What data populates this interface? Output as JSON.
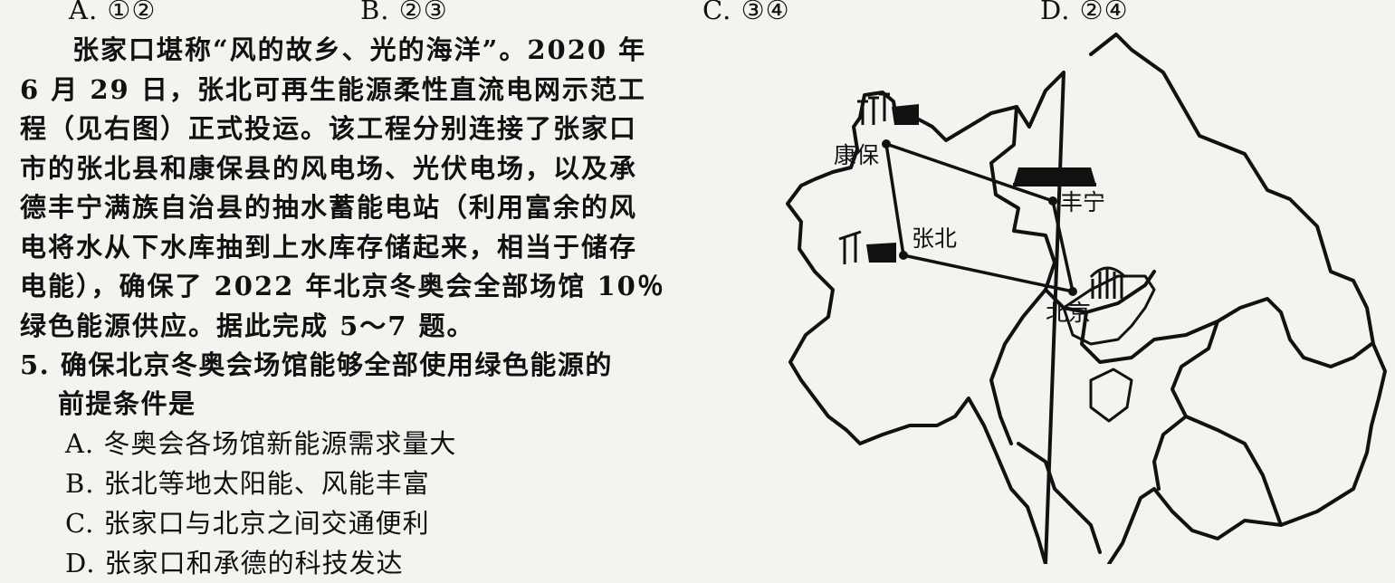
{
  "prev_options": {
    "a": "A. ①②",
    "b": "B. ②③",
    "c": "C. ③④",
    "d": "D. ②④"
  },
  "passage": {
    "lines": [
      "张家口堪称“风的故乡、光的海洋”。2020 年",
      "6 月 29 日，张北可再生能源柔性直流电网示范工",
      "程（见右图）正式投运。该工程分别连接了张家口",
      "市的张北县和康保县的风电场、光伏电场，以及承",
      "德丰宁满族自治县的抽水蓄能电站（利用富余的风",
      "电将水从下水库抽到上水库存储起来，相当于储存",
      "电能），确保了 2022 年北京冬奥会全部场馆 10％",
      "绿色能源供应。据此完成 5～7 题。"
    ]
  },
  "question5": {
    "stem_line1": "5. 确保北京冬奥会场馆能够全部使用绿色能源的",
    "stem_line2": "前提条件是",
    "choices": [
      "A. 冬奥会各场馆新能源需求量大",
      "B. 张北等地太阳能、风能丰富",
      "C. 张家口与北京之间交通便利",
      "D. 张家口和承德的科技发达"
    ]
  },
  "map": {
    "labels": {
      "kangbao": "康保",
      "fengning": "丰宁",
      "zhangbei": "张北",
      "beijing": "北京"
    }
  }
}
